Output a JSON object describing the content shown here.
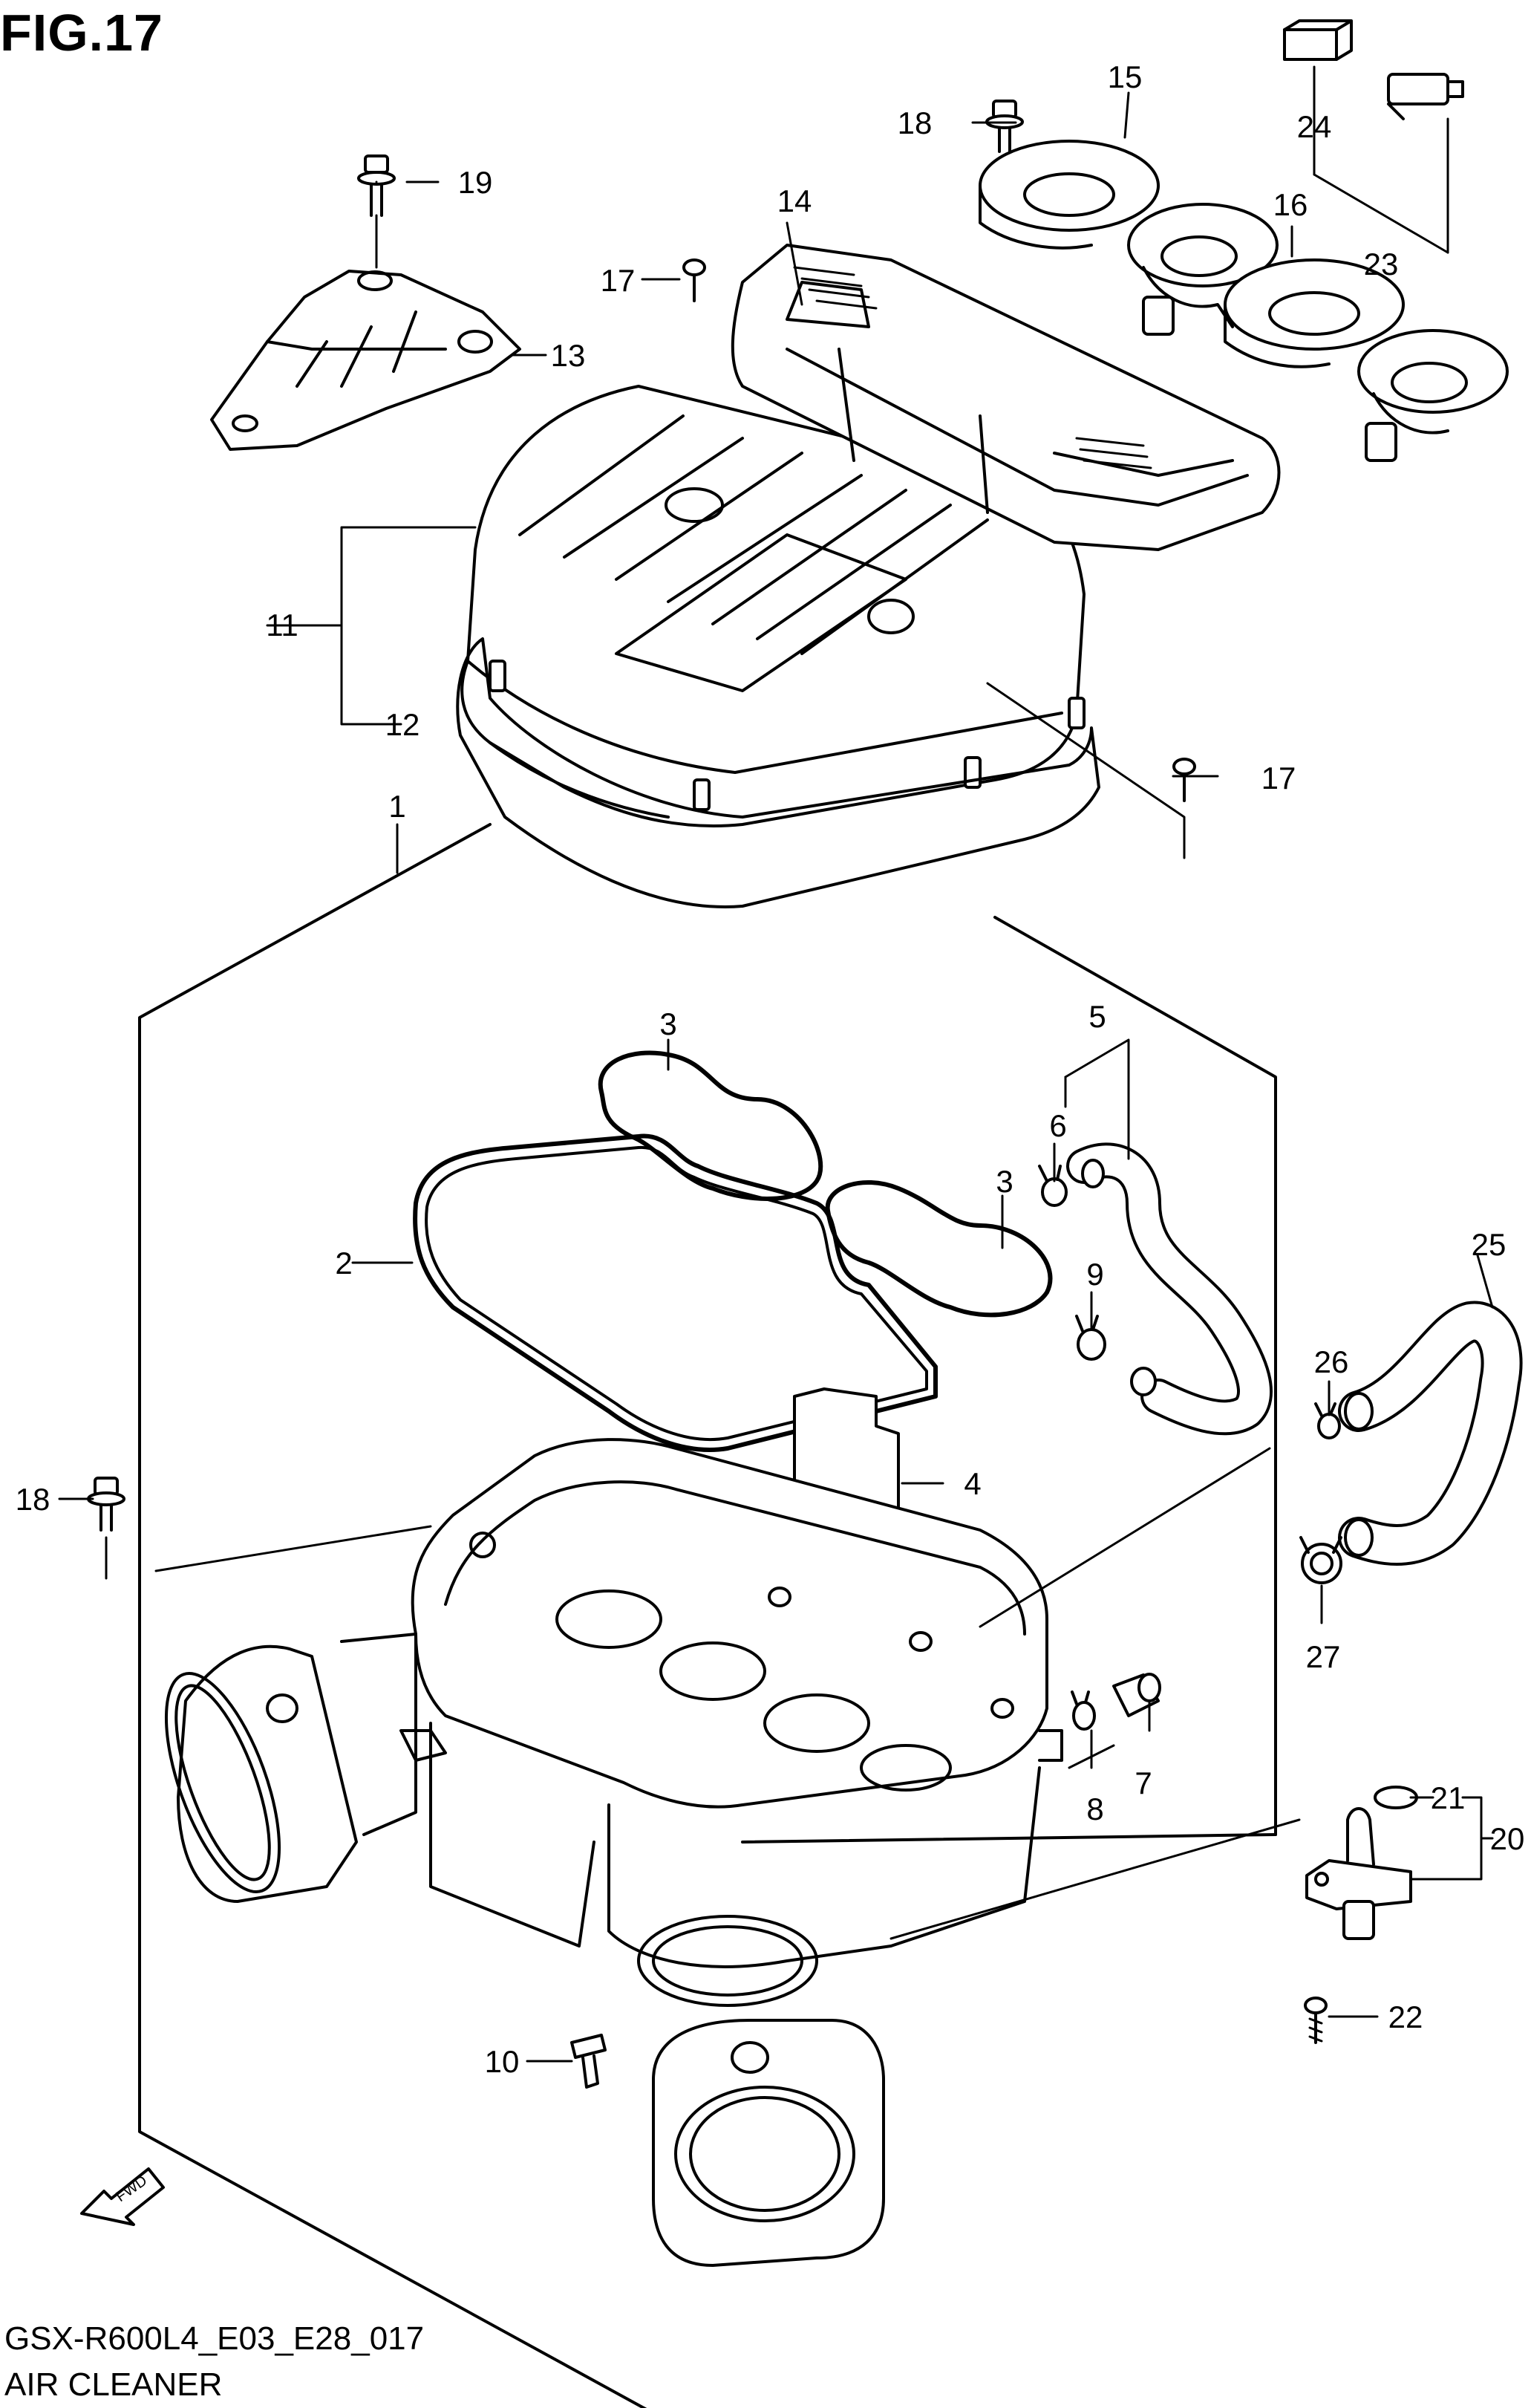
{
  "figure": {
    "title": "FIG.17"
  },
  "footer": {
    "model_code": "GSX-R600L4_E03_E28_017",
    "caption": "AIR CLEANER"
  },
  "callouts": {
    "c1": "1",
    "c2": "2",
    "c3a": "3",
    "c3b": "3",
    "c4": "4",
    "c5": "5",
    "c6": "6",
    "c7": "7",
    "c8": "8",
    "c9": "9",
    "c10": "10",
    "c11": "11",
    "c12": "12",
    "c13": "13",
    "c14": "14",
    "c15": "15",
    "c16": "16",
    "c17a": "17",
    "c17b": "17",
    "c18a": "18",
    "c18b": "18",
    "c19": "19",
    "c20": "20",
    "c21": "21",
    "c22": "22",
    "c23": "23",
    "c24": "24",
    "c25": "25",
    "c26": "26",
    "c27": "27"
  },
  "direction_mark": {
    "label": "FWD",
    "icon": "fwd-arrow-icon"
  },
  "line_color": "#000000",
  "background_color": "#ffffff"
}
